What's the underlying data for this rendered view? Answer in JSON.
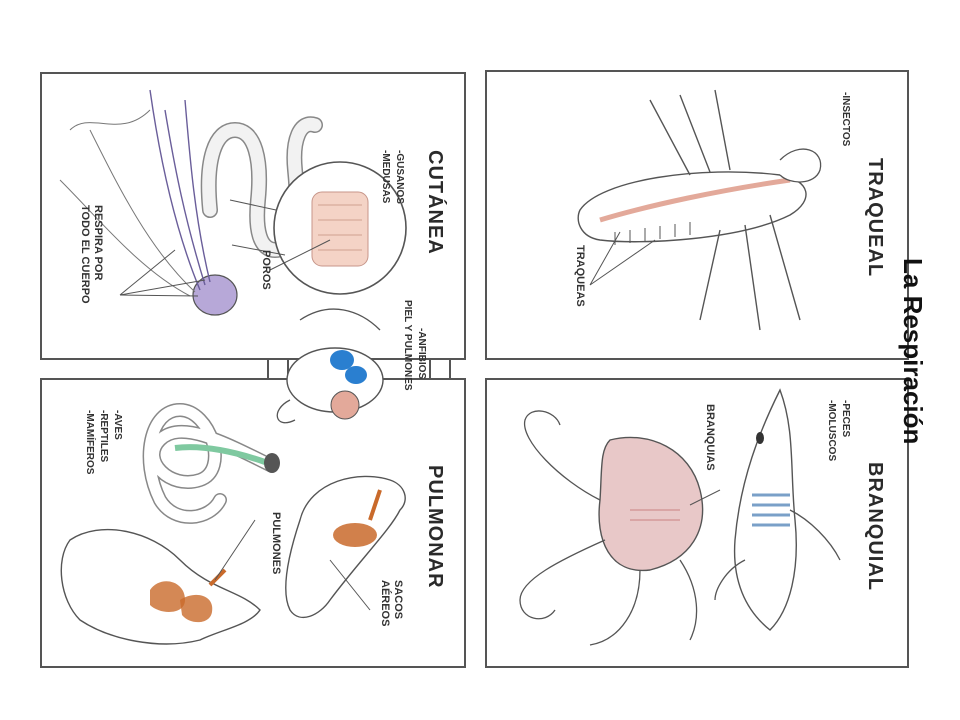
{
  "main_title": "La Respiración",
  "panels": {
    "cutanea": {
      "title": "CUTÁNEA",
      "examples": [
        "-GUSANOS",
        "-MEDUSAS"
      ],
      "labels": {
        "poros": "POROS",
        "respira": "RESPIRA POR\nTODO EL CUERPO"
      }
    },
    "traqueal": {
      "title": "TRAQUEAL",
      "examples": [
        "-INSECTOS"
      ],
      "labels": {
        "traqueas": "TRAQUEAS"
      }
    },
    "pulmonar": {
      "title": "PULMONAR",
      "examples": [
        "-AVES",
        "-REPTILES",
        "-MAMÍFEROS"
      ],
      "amphibians": [
        "-ANFIBIOS",
        "PIEL Y PULMONES"
      ],
      "labels": {
        "pulmones": "PULMONES",
        "sacos": "SACOS\nAÉREOS"
      }
    },
    "branquial": {
      "title": "BRANQUIAL",
      "examples": [
        "-PECES",
        "-MOLUSCOS"
      ],
      "labels": {
        "branquias": "BRANQUIAS"
      }
    }
  },
  "colors": {
    "lung": "#c96a2b",
    "gill": "#7aa0c8",
    "trachea": "#e3a99a",
    "jelly": "#b7a8d8",
    "amphibian_lung": "#2a7fd0",
    "snake_lung": "#7fc9a0"
  }
}
